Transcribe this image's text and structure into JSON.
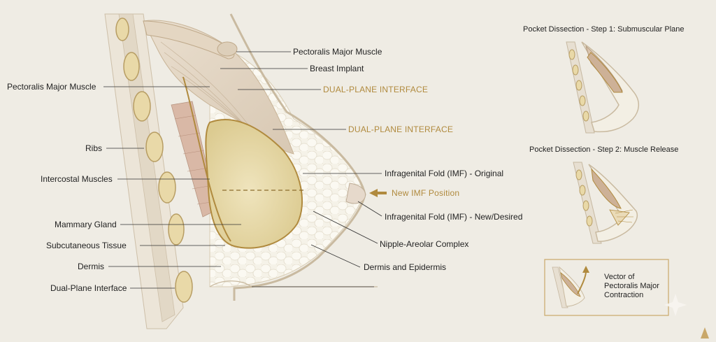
{
  "left_labels": {
    "pectoralis": "Pectoralis Major Muscle",
    "ribs": "Ribs",
    "intercostal": "Intercostal Muscles",
    "mammary": "Mammary Gland",
    "subcutaneous": "Subcutaneous Tissue",
    "dermis": "Dermis",
    "dual_plane": "Dual-Plane Interface"
  },
  "right_labels": {
    "pectoralis": "Pectoralis Major Muscle",
    "implant": "Breast Implant",
    "dual_plane_1": "DUAL-PLANE INTERFACE",
    "dual_plane_2": "DUAL-PLANE INTERFACE",
    "imf_original": "Infragenital Fold (IMF) - Original",
    "new_imf": "New IMF Position",
    "imf_new": "Infragenital Fold (IMF) - New/Desired",
    "nipple": "Nipple-Areolar Complex",
    "dermis_epidermis": "Dermis and Epidermis"
  },
  "insets": {
    "step1_title": "Pocket Dissection - Step 1: Submuscular Plane",
    "step2_title": "Pocket Dissection - Step 2: Muscle Release",
    "vector_text": "Vector of Pectoralis Major Contraction"
  },
  "colors": {
    "background": "#efece4",
    "gold": "#b08a3e",
    "implant": "#e6d9a8",
    "muscle": "#d9c4ae",
    "fat": "#f4f1e6",
    "skin": "#e9e2d3"
  }
}
